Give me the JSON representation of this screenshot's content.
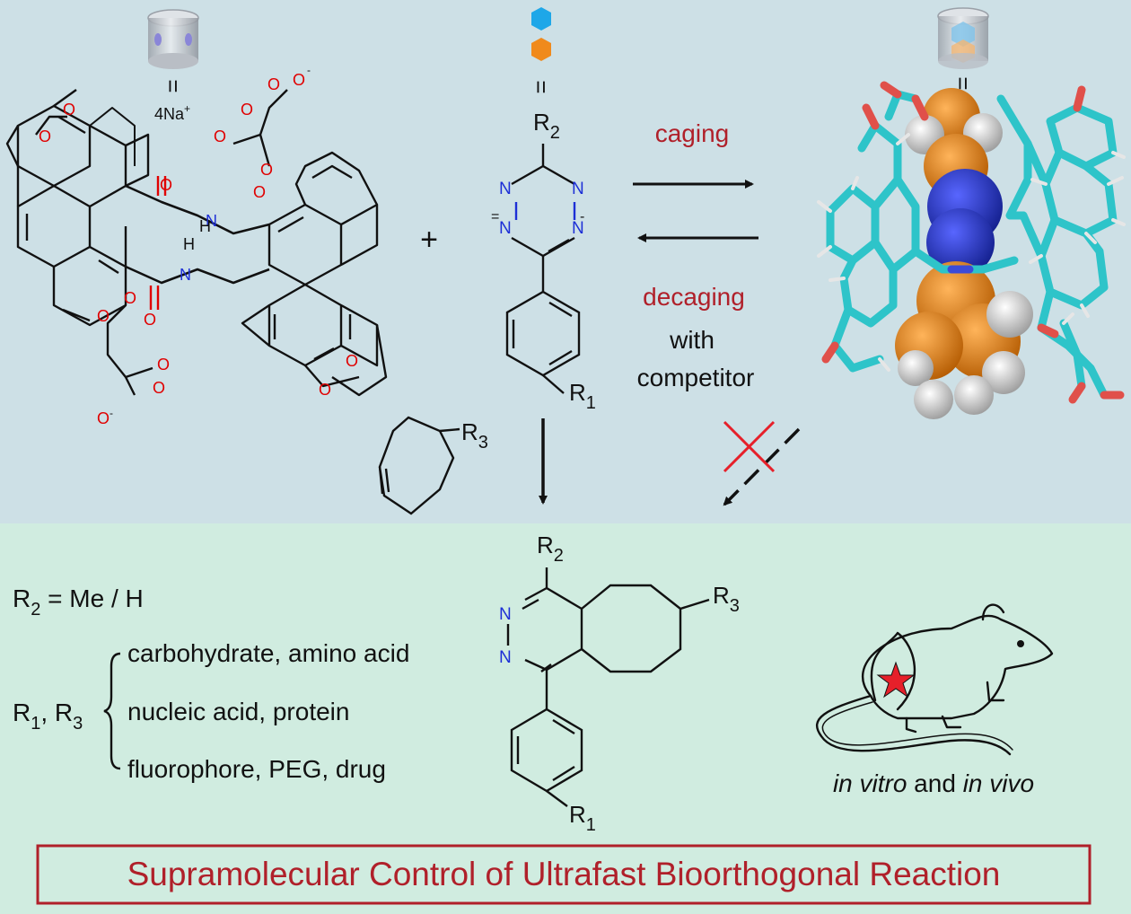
{
  "host": {
    "counterion": "4Na",
    "counterion_charge": "+",
    "equals": "=",
    "amide_nh": "H",
    "n_label": "N",
    "o_label": "O",
    "minus": "-"
  },
  "tetrazine": {
    "plus": "+",
    "equals": "=",
    "r2": "R",
    "r2_sub": "2",
    "n": "N",
    "r1": "R",
    "r1_sub": "1"
  },
  "arrows": {
    "caging": "caging",
    "decaging": "decaging",
    "with": "with",
    "competitor": "competitor"
  },
  "complex": {
    "equals": "="
  },
  "alkene": {
    "r3": "R",
    "r3_sub": "3"
  },
  "product": {
    "r2": "R",
    "r2_sub": "2",
    "r3": "R",
    "r3_sub": "3",
    "r1": "R",
    "r1_sub": "1",
    "n": "N"
  },
  "legend": {
    "r2_line_r": "R",
    "r2_line_sub": "2",
    "r2_line_rest": " = Me / H",
    "r13_r": "R",
    "r13_sub1": "1",
    "r13_comma": ", R",
    "r13_sub3": "3",
    "items": [
      "carbohydrate, amino acid",
      "nucleic acid, protein",
      "fluorophore, PEG, drug"
    ]
  },
  "mouse": {
    "in_vitro": "in vitro",
    "and": " and ",
    "in_vivo": "in vivo"
  },
  "title": "Supramolecular Control of Ultrafast Bioorthogonal Reaction",
  "colors": {
    "top_bg": "#cde0e6",
    "bottom_bg": "#d0ece0",
    "accent_red": "#b0202a",
    "nitrogen_blue": "#1d2fd6",
    "oxygen_red": "#e00000",
    "cyan": "#2ec4c9",
    "orange": "#f08a1c",
    "hex_blue": "#1ea7e8"
  }
}
